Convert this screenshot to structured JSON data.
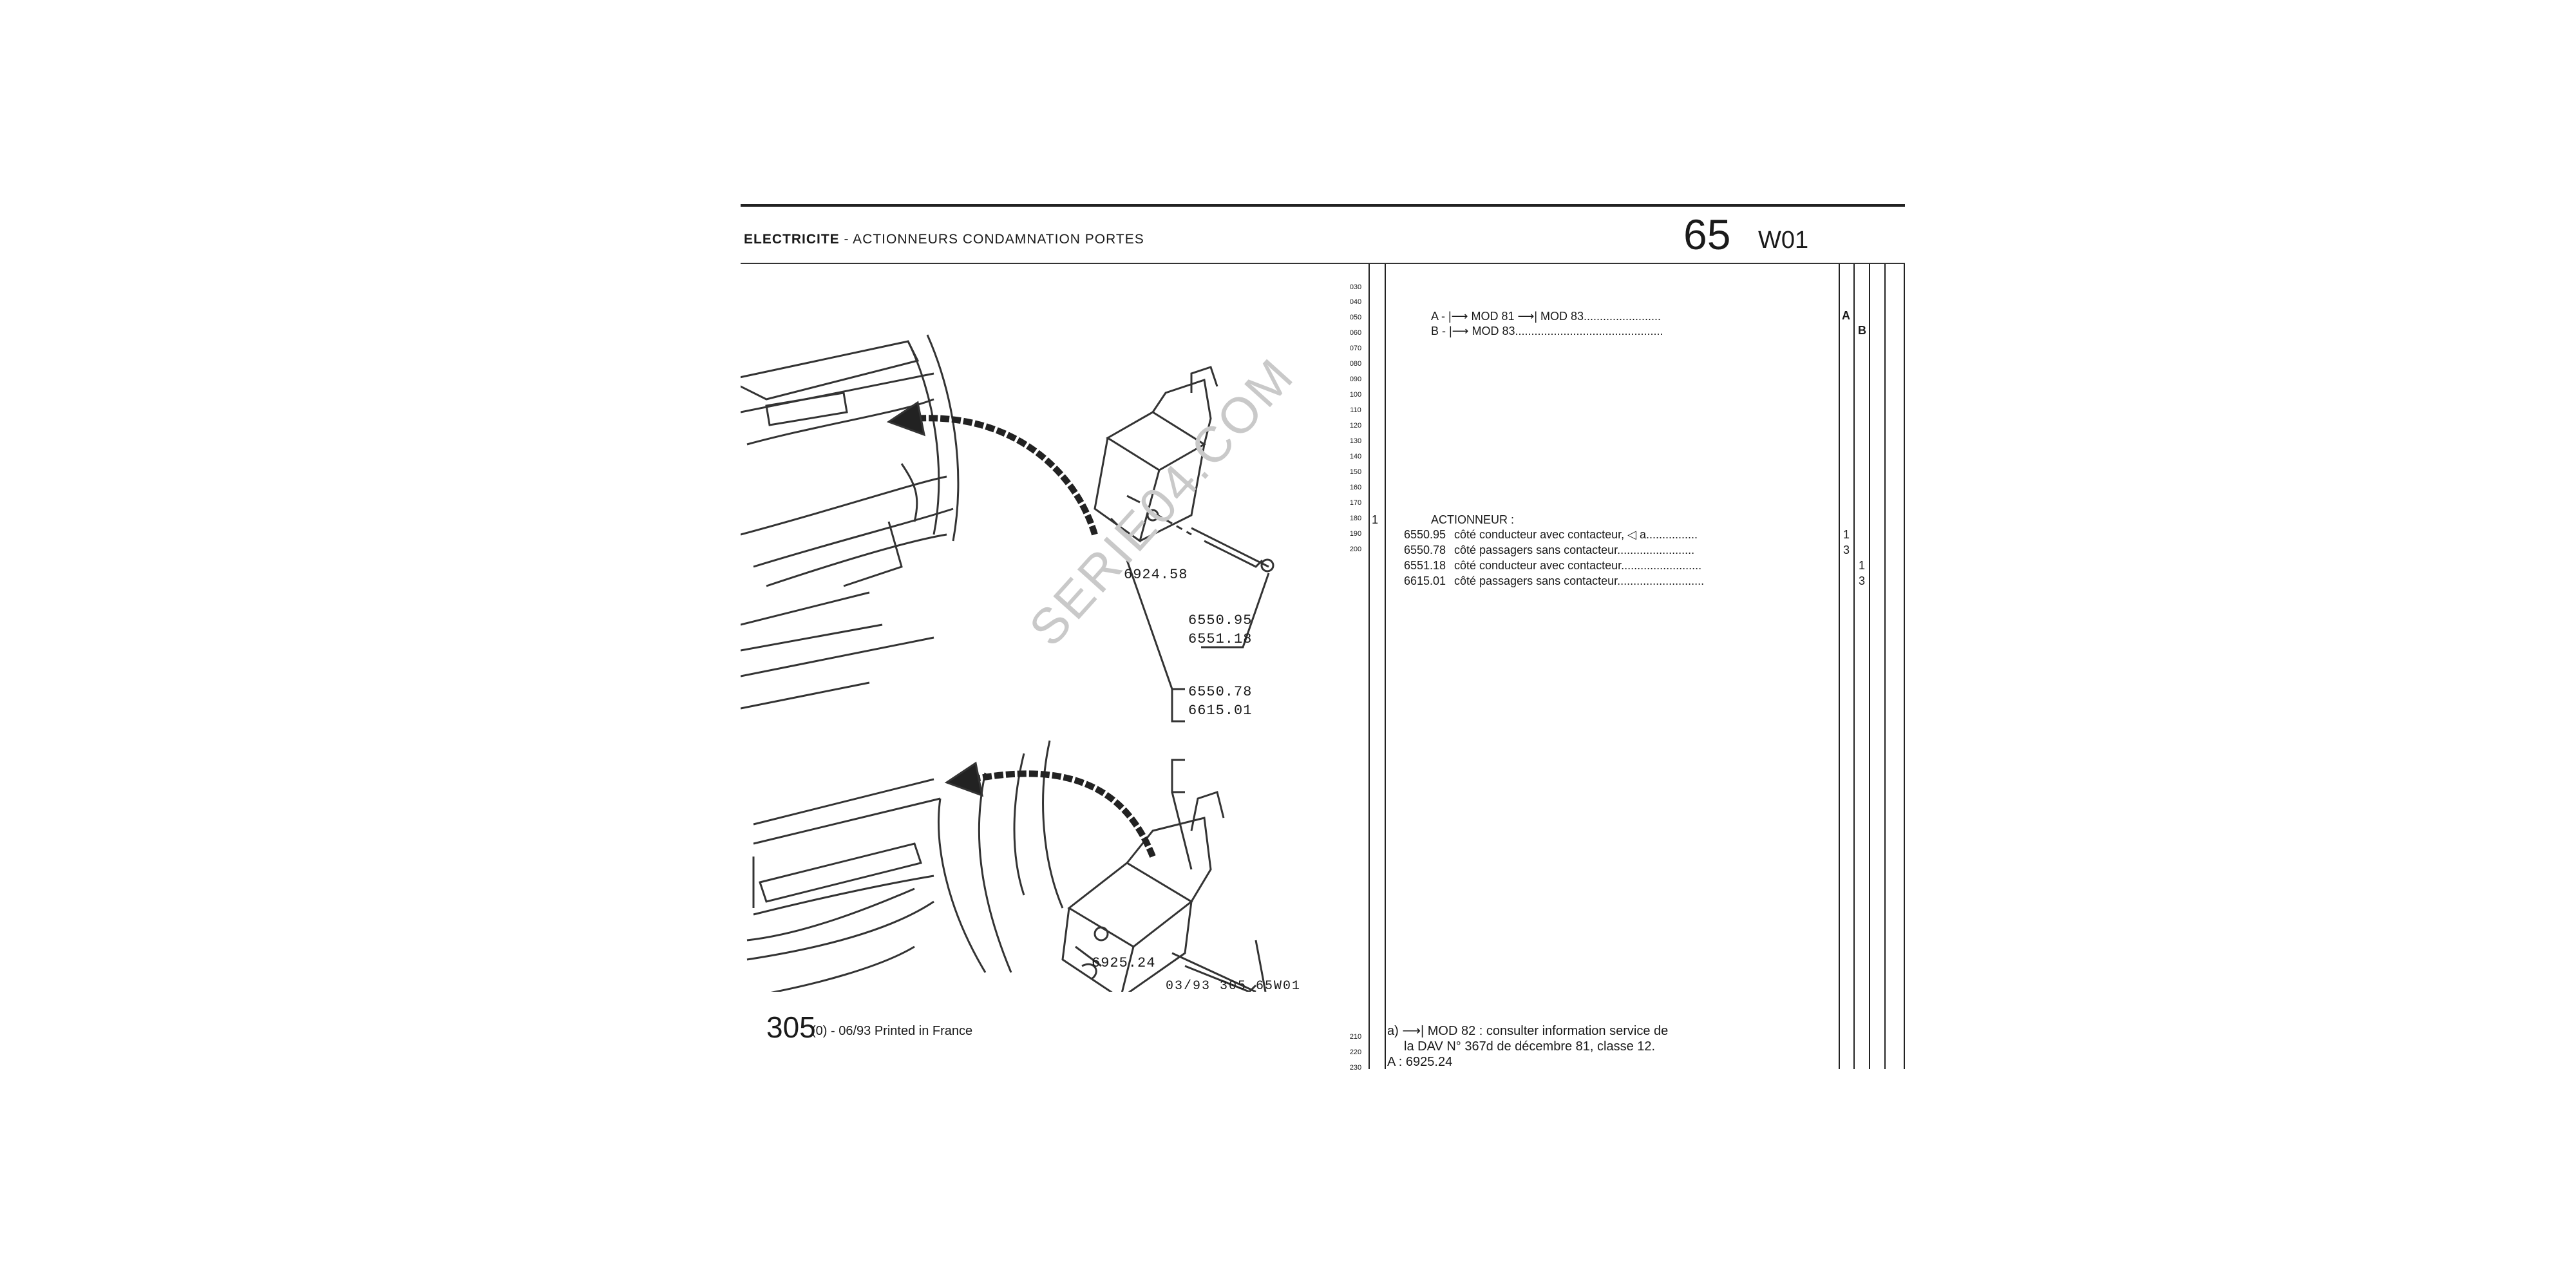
{
  "header": {
    "section_strong": "ELECTRICITE",
    "section_rest": "- ACTIONNEURS CONDAMNATION PORTES",
    "group_number": "65",
    "group_code": "W01"
  },
  "line_numbers": [
    "030",
    "040",
    "050",
    "060",
    "070",
    "080",
    "090",
    "100",
    "110",
    "120",
    "130",
    "140",
    "150",
    "160",
    "170",
    "180",
    "190",
    "200",
    "210",
    "220",
    "230"
  ],
  "variants": [
    {
      "text": "A - |⟶ MOD 81 ⟶| MOD 83........................",
      "col": "A"
    },
    {
      "text": "B - |⟶ MOD 83..............................................",
      "col": "B"
    }
  ],
  "parts_block": {
    "qty_marker": "1",
    "heading": "ACTIONNEUR :",
    "rows": [
      {
        "ref": "6550.95",
        "desc": "côté conducteur avec contacteur,  ◁ a................",
        "q1": "1",
        "q2": ""
      },
      {
        "ref": "6550.78",
        "desc": "côté passagers sans contacteur........................",
        "q1": "3",
        "q2": ""
      },
      {
        "ref": "6551.18",
        "desc": "côté conducteur avec contacteur.........................",
        "q1": "",
        "q2": "1"
      },
      {
        "ref": "6615.01",
        "desc": "côté passagers sans contacteur...........................",
        "q1": "",
        "q2": "3"
      }
    ]
  },
  "notes": [
    "a) ⟶| MOD 82 : consulter information service de",
    "la DAV  N° 367d de décembre 81, classe 12.",
    "A : 6925.24"
  ],
  "illustration": {
    "ref_screw_top": "6924.58",
    "ref_top_a": "6550.95",
    "ref_top_b": "6551.18",
    "ref_bottom_a": "6550.78",
    "ref_bottom_b": "6615.01",
    "ref_screw_bottom": "6925.24"
  },
  "doc_ref": "03/93  305  65W01",
  "footer": {
    "page_number": "305",
    "text": "(0) - 06/93 Printed in France"
  },
  "watermark": "SERIE04.COM"
}
